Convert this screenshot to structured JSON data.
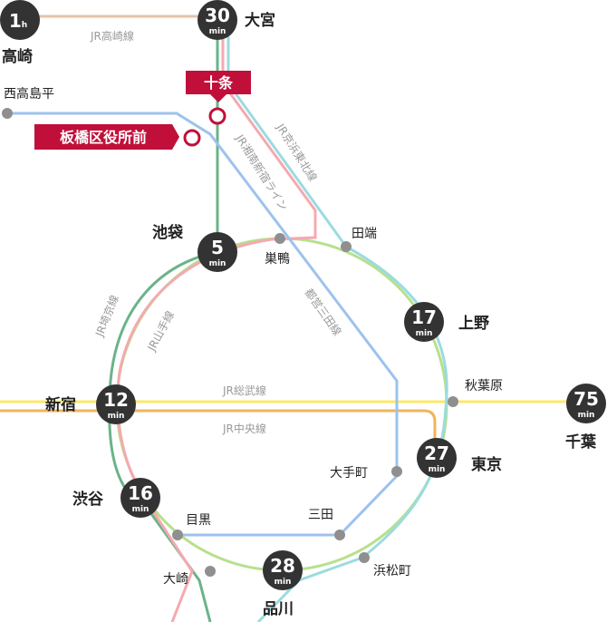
{
  "colors": {
    "yamanote": "#b7e08c",
    "saikyo": "#6ab38a",
    "shonan": "#f5a9b0",
    "keihin": "#9bdbe0",
    "mita": "#9dc2ee",
    "sobu": "#fce86a",
    "chuo": "#f2b35b",
    "takasaki": "#e8c2a8",
    "badge": "#333333",
    "stop": "#8f8f8f",
    "tag": "#c0103a"
  },
  "lines": {
    "takasaki": "JR高崎線",
    "keihin_tohoku": "JR京浜東北線",
    "shonan_shinjuku": "JR湘南新宿ライン",
    "saikyo": "JR埼京線",
    "yamanote": "JR山手線",
    "mita": "都営三田線",
    "sobu": "JR総武線",
    "chuo": "JR中央線"
  },
  "unit": "min",
  "stations": {
    "takasaki": {
      "name": "高崎",
      "time": "1",
      "unit": "h"
    },
    "omiya": {
      "name": "大宮",
      "time": "30"
    },
    "ikebukuro": {
      "name": "池袋",
      "time": "5"
    },
    "ueno": {
      "name": "上野",
      "time": "17"
    },
    "shinjuku": {
      "name": "新宿",
      "time": "12"
    },
    "chiba": {
      "name": "千葉",
      "time": "75"
    },
    "tokyo": {
      "name": "東京",
      "time": "27"
    },
    "shibuya": {
      "name": "渋谷",
      "time": "16"
    },
    "shinagawa": {
      "name": "品川",
      "time": "28"
    }
  },
  "highlights": {
    "jujo": "十条",
    "itabashi": "板橋区役所前"
  },
  "stops": {
    "nishidaishima": "西高島平",
    "sugamo": "巣鴨",
    "tabata": "田端",
    "akihabara": "秋葉原",
    "otemachi": "大手町",
    "mita": "三田",
    "meguro": "目黒",
    "osaki": "大崎",
    "hamamatsucho": "浜松町"
  }
}
